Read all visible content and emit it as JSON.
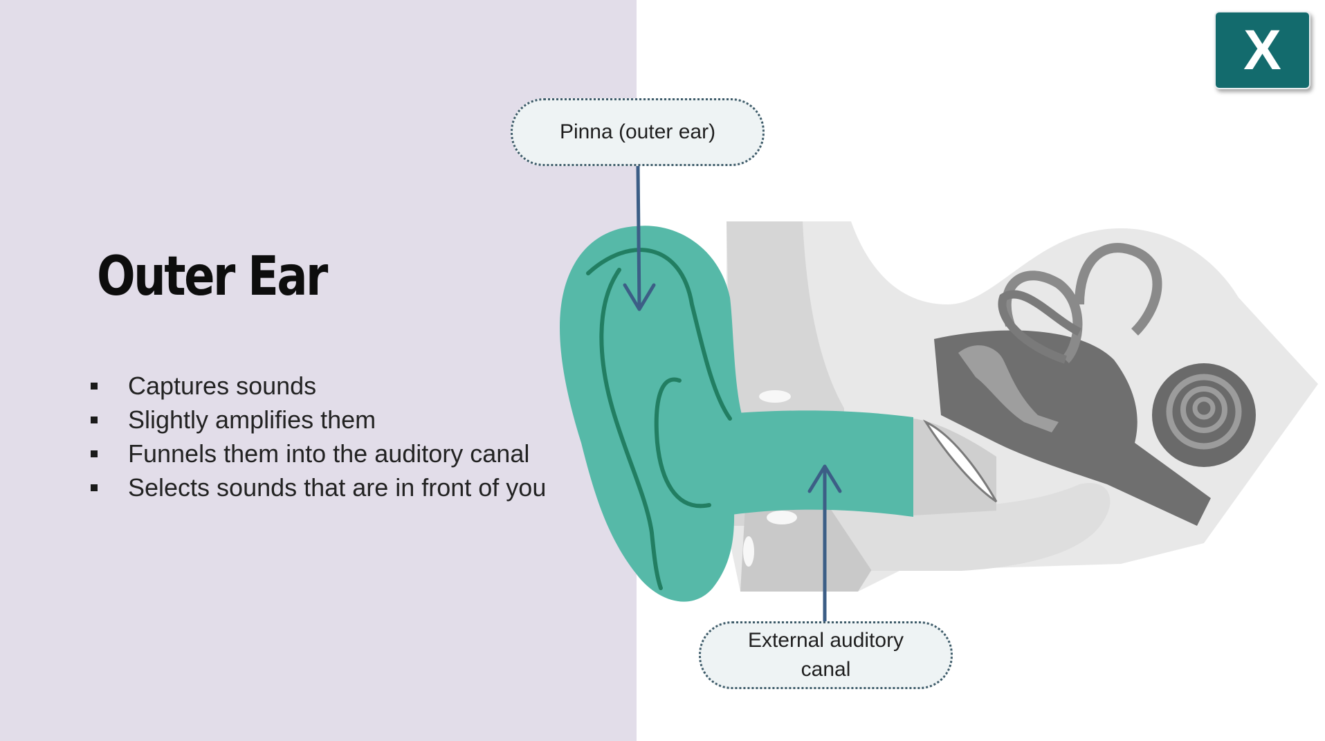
{
  "slide": {
    "title": "Outer Ear",
    "bullets": [
      "Captures sounds",
      "Slightly amplifies them",
      "Funnels them into the auditory canal",
      "Selects sounds that are in front of you"
    ]
  },
  "callouts": {
    "pinna": "Pinna (outer ear)",
    "canal": "External auditory canal"
  },
  "close_button": {
    "label": "X",
    "icon": "close-icon"
  },
  "colors": {
    "panel": "#e2dde9",
    "ear": "#56b9a8",
    "ear_line": "#227e62",
    "arrow": "#3c5e86",
    "close_bg": "#136b6d",
    "callout_bg": "#eef3f4"
  }
}
